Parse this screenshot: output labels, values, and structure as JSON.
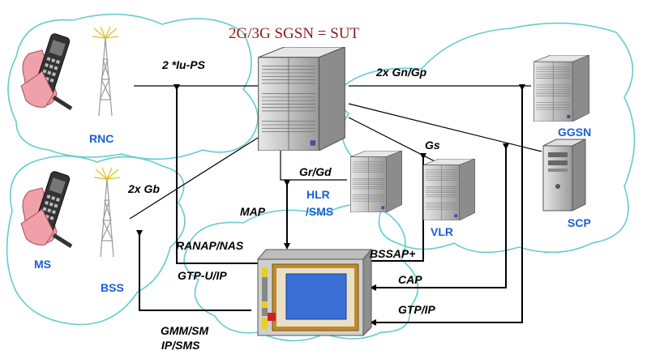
{
  "title": "2G/3G SGSN = SUT",
  "nodes": {
    "rnc": "RNC",
    "ms": "MS",
    "bss": "BSS",
    "ggsn": "GGSN",
    "scp": "SCP",
    "hlr_line1": "HLR",
    "hlr_line2": "/SMS",
    "vlr": "VLR"
  },
  "interfaces": {
    "iu_ps": "2 *Iu-PS",
    "gn_gp": "2x Gn/Gp",
    "gs": "Gs",
    "gr_gd": "Gr/Gd",
    "gb": "2x Gb",
    "map": "MAP",
    "ranap_nas": "RANAP/NAS",
    "gtp_u_ip": "GTP-U/IP",
    "bssap": "BSSAP+",
    "cap": "CAP",
    "gtp_ip": "GTP/IP",
    "gmm_sm_line1": "GMM/SM",
    "gmm_sm_line2": "IP/SMS"
  },
  "colors": {
    "cloud": "#66cccc",
    "node_label": "#1a5fd6",
    "title": "#8b1a1a",
    "server_body": "#c8c8c8",
    "phone_body": "#333333",
    "hand": "#f0a0a8",
    "tester_screen": "#3b6fd6",
    "tester_frame": "#c08a2a"
  },
  "icons": {
    "sgsn": "server-rack-icon",
    "ggsn": "server-rack-icon",
    "hlr": "server-rack-icon",
    "vlr": "server-rack-icon",
    "scp": "tower-server-icon",
    "rnc": "radio-mast-icon",
    "bss": "radio-mast-icon",
    "ms": "mobile-phone-icon",
    "tester": "protocol-tester-icon"
  }
}
